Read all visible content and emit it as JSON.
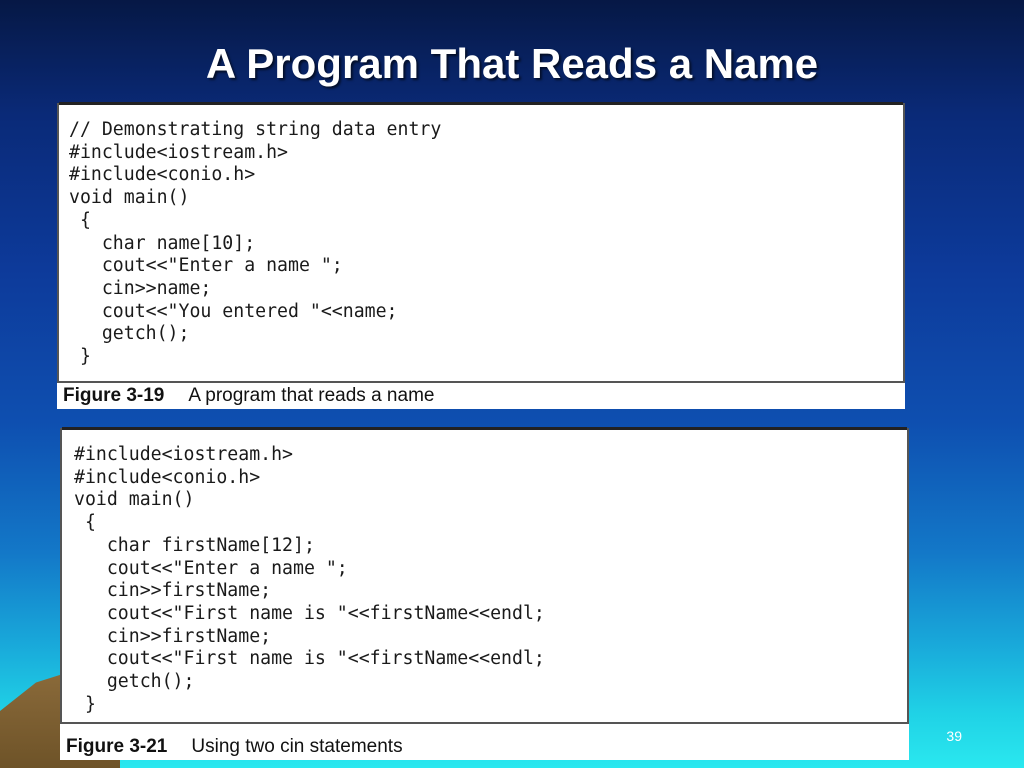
{
  "slide": {
    "title": "A Program That Reads a Name",
    "page_number": "39"
  },
  "figures": [
    {
      "code": "// Demonstrating string data entry\n#include<iostream.h>\n#include<conio.h>\nvoid main()\n {\n   char name[10];\n   cout<<\"Enter a name \";\n   cin>>name;\n   cout<<\"You entered \"<<name;\n   getch();\n }",
      "caption_number": "Figure 3-19",
      "caption_text": "A program that reads a name"
    },
    {
      "code": "#include<iostream.h>\n#include<conio.h>\nvoid main()\n {\n   char firstName[12];\n   cout<<\"Enter a name \";\n   cin>>firstName;\n   cout<<\"First name is \"<<firstName<<endl;\n   cin>>firstName;\n   cout<<\"First name is \"<<firstName<<endl;\n   getch();\n }",
      "caption_number": "Figure 3-21",
      "caption_text": "Using two cin statements"
    }
  ]
}
